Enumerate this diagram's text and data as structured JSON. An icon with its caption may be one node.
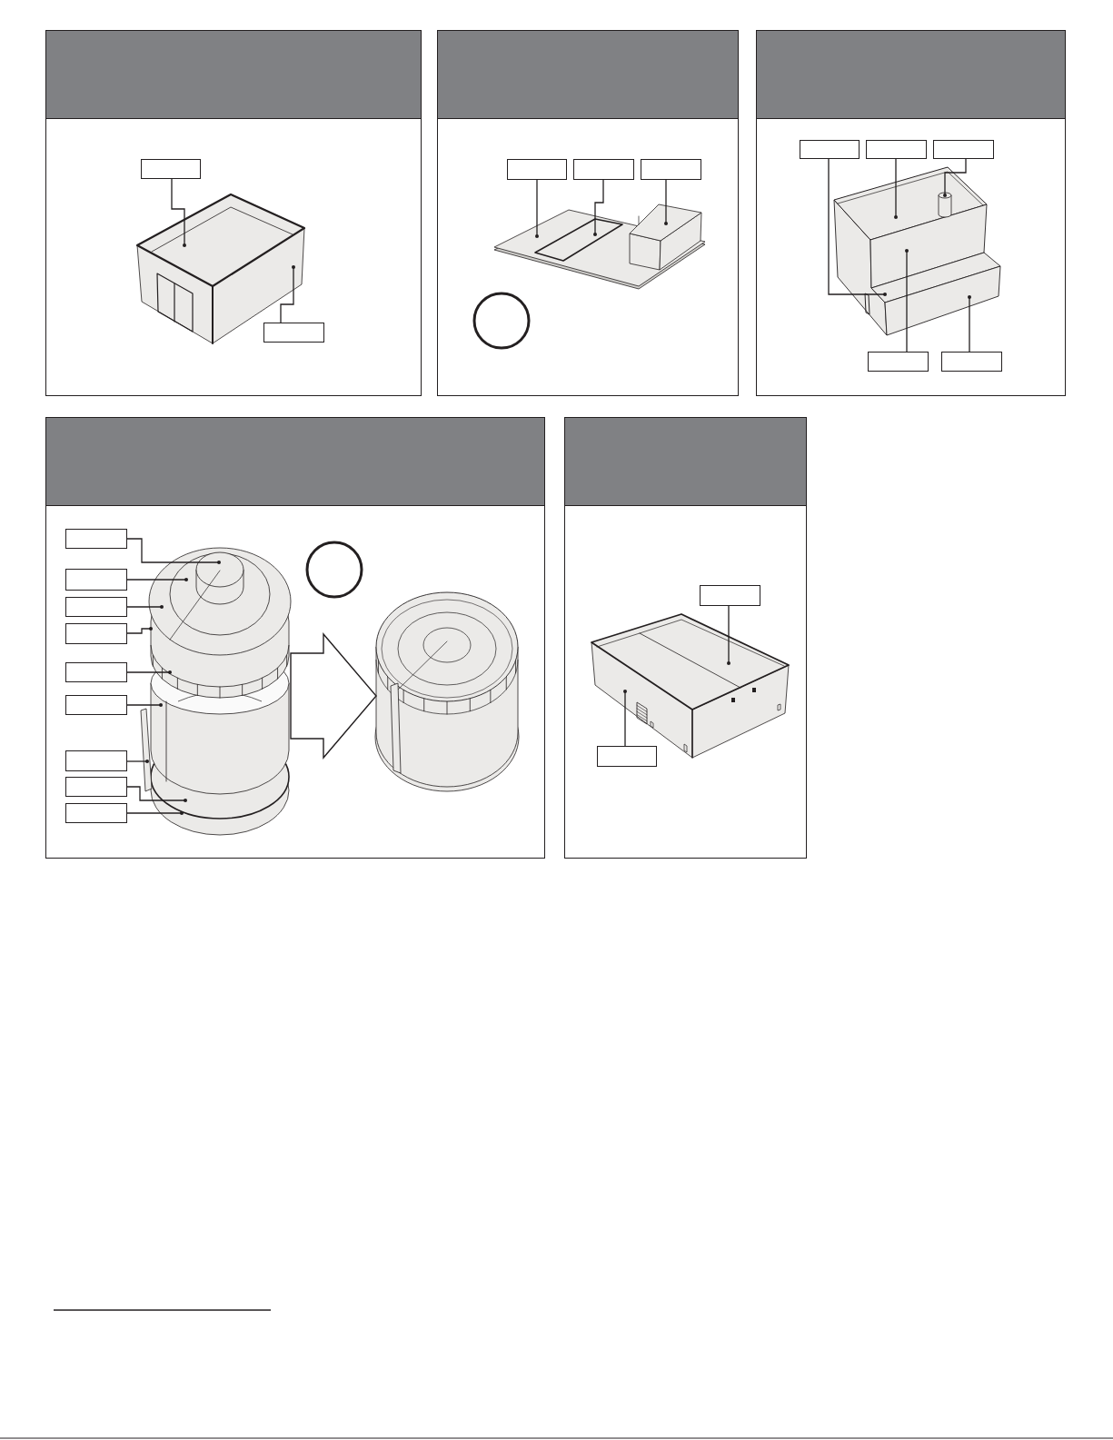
{
  "diagram": {
    "nodes": [
      {
        "text": [],
        "shape": "box"
      },
      {
        "text": [],
        "shape": "picture"
      },
      {
        "text": [],
        "shape": "box"
      },
      {
        "text": [],
        "shape": "box"
      },
      {
        "text": [],
        "shape": "box"
      },
      {
        "text": [],
        "shape": "box"
      },
      {
        "text": [],
        "shape": "picture"
      },
      {
        "text": [],
        "shape": "circle"
      },
      {
        "text": [],
        "shape": "box"
      },
      {
        "text": [],
        "shape": "box"
      },
      {
        "text": [],
        "shape": "box"
      },
      {
        "text": [],
        "shape": "picture"
      },
      {
        "text": [],
        "shape": "box"
      },
      {
        "text": [],
        "shape": "box"
      },
      {
        "text": [],
        "shape": "box"
      },
      {
        "text": [],
        "shape": "box"
      },
      {
        "text": [],
        "shape": "box"
      },
      {
        "text": [],
        "shape": "box"
      },
      {
        "text": [],
        "shape": "box"
      },
      {
        "text": [],
        "shape": "box"
      },
      {
        "text": [],
        "shape": "box"
      },
      {
        "text": [],
        "shape": "box"
      },
      {
        "text": [],
        "shape": "box"
      },
      {
        "text": [],
        "shape": "picture"
      },
      {
        "text": [],
        "shape": "circle"
      },
      {
        "text": [],
        "shape": "picture"
      },
      {
        "text": [],
        "shape": "box"
      },
      {
        "text": [],
        "shape": "picture"
      },
      {
        "text": [],
        "shape": "box"
      }
    ],
    "edges": [
      {
        "from": 0,
        "to": 1,
        "arrow": "other"
      },
      {
        "from": 2,
        "to": 1,
        "arrow": "other"
      },
      {
        "from": 3,
        "to": 6,
        "arrow": "other"
      },
      {
        "from": 4,
        "to": 6,
        "arrow": "other"
      },
      {
        "from": 5,
        "to": 6,
        "arrow": "other"
      },
      {
        "from": 8,
        "to": 11,
        "arrow": "other"
      },
      {
        "from": 9,
        "to": 11,
        "arrow": "other"
      },
      {
        "from": 10,
        "to": 11,
        "arrow": "other"
      },
      {
        "from": 12,
        "to": 11,
        "arrow": "other"
      },
      {
        "from": 13,
        "to": 11,
        "arrow": "other"
      },
      {
        "from": 14,
        "to": 23,
        "arrow": "other"
      },
      {
        "from": 15,
        "to": 23,
        "arrow": "other"
      },
      {
        "from": 16,
        "to": 23,
        "arrow": "other"
      },
      {
        "from": 17,
        "to": 23,
        "arrow": "other"
      },
      {
        "from": 18,
        "to": 23,
        "arrow": "other"
      },
      {
        "from": 19,
        "to": 23,
        "arrow": "other"
      },
      {
        "from": 20,
        "to": 23,
        "arrow": "other"
      },
      {
        "from": 21,
        "to": 23,
        "arrow": "other"
      },
      {
        "from": 22,
        "to": 23,
        "arrow": "other"
      },
      {
        "from": 23,
        "to": 25,
        "arrow": "to",
        "style": "thick"
      },
      {
        "from": 26,
        "to": 27,
        "arrow": "other"
      },
      {
        "from": 28,
        "to": 27,
        "arrow": "other"
      }
    ]
  }
}
